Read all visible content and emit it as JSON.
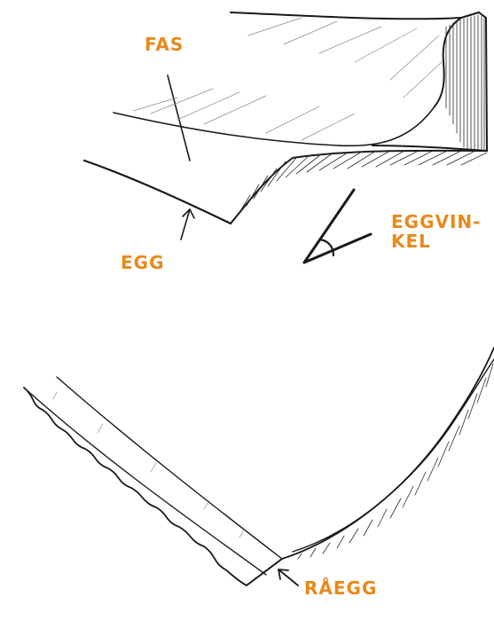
{
  "labels": {
    "fas": "FAS",
    "egg": "EGG",
    "eggvinkel_line1": "EGGVIN-",
    "eggvinkel_line2": "KEL",
    "raegg": "RÅEGG"
  },
  "colors": {
    "label": "#e8891c",
    "ink": "#1a1a1a",
    "background": "#ffffff"
  }
}
